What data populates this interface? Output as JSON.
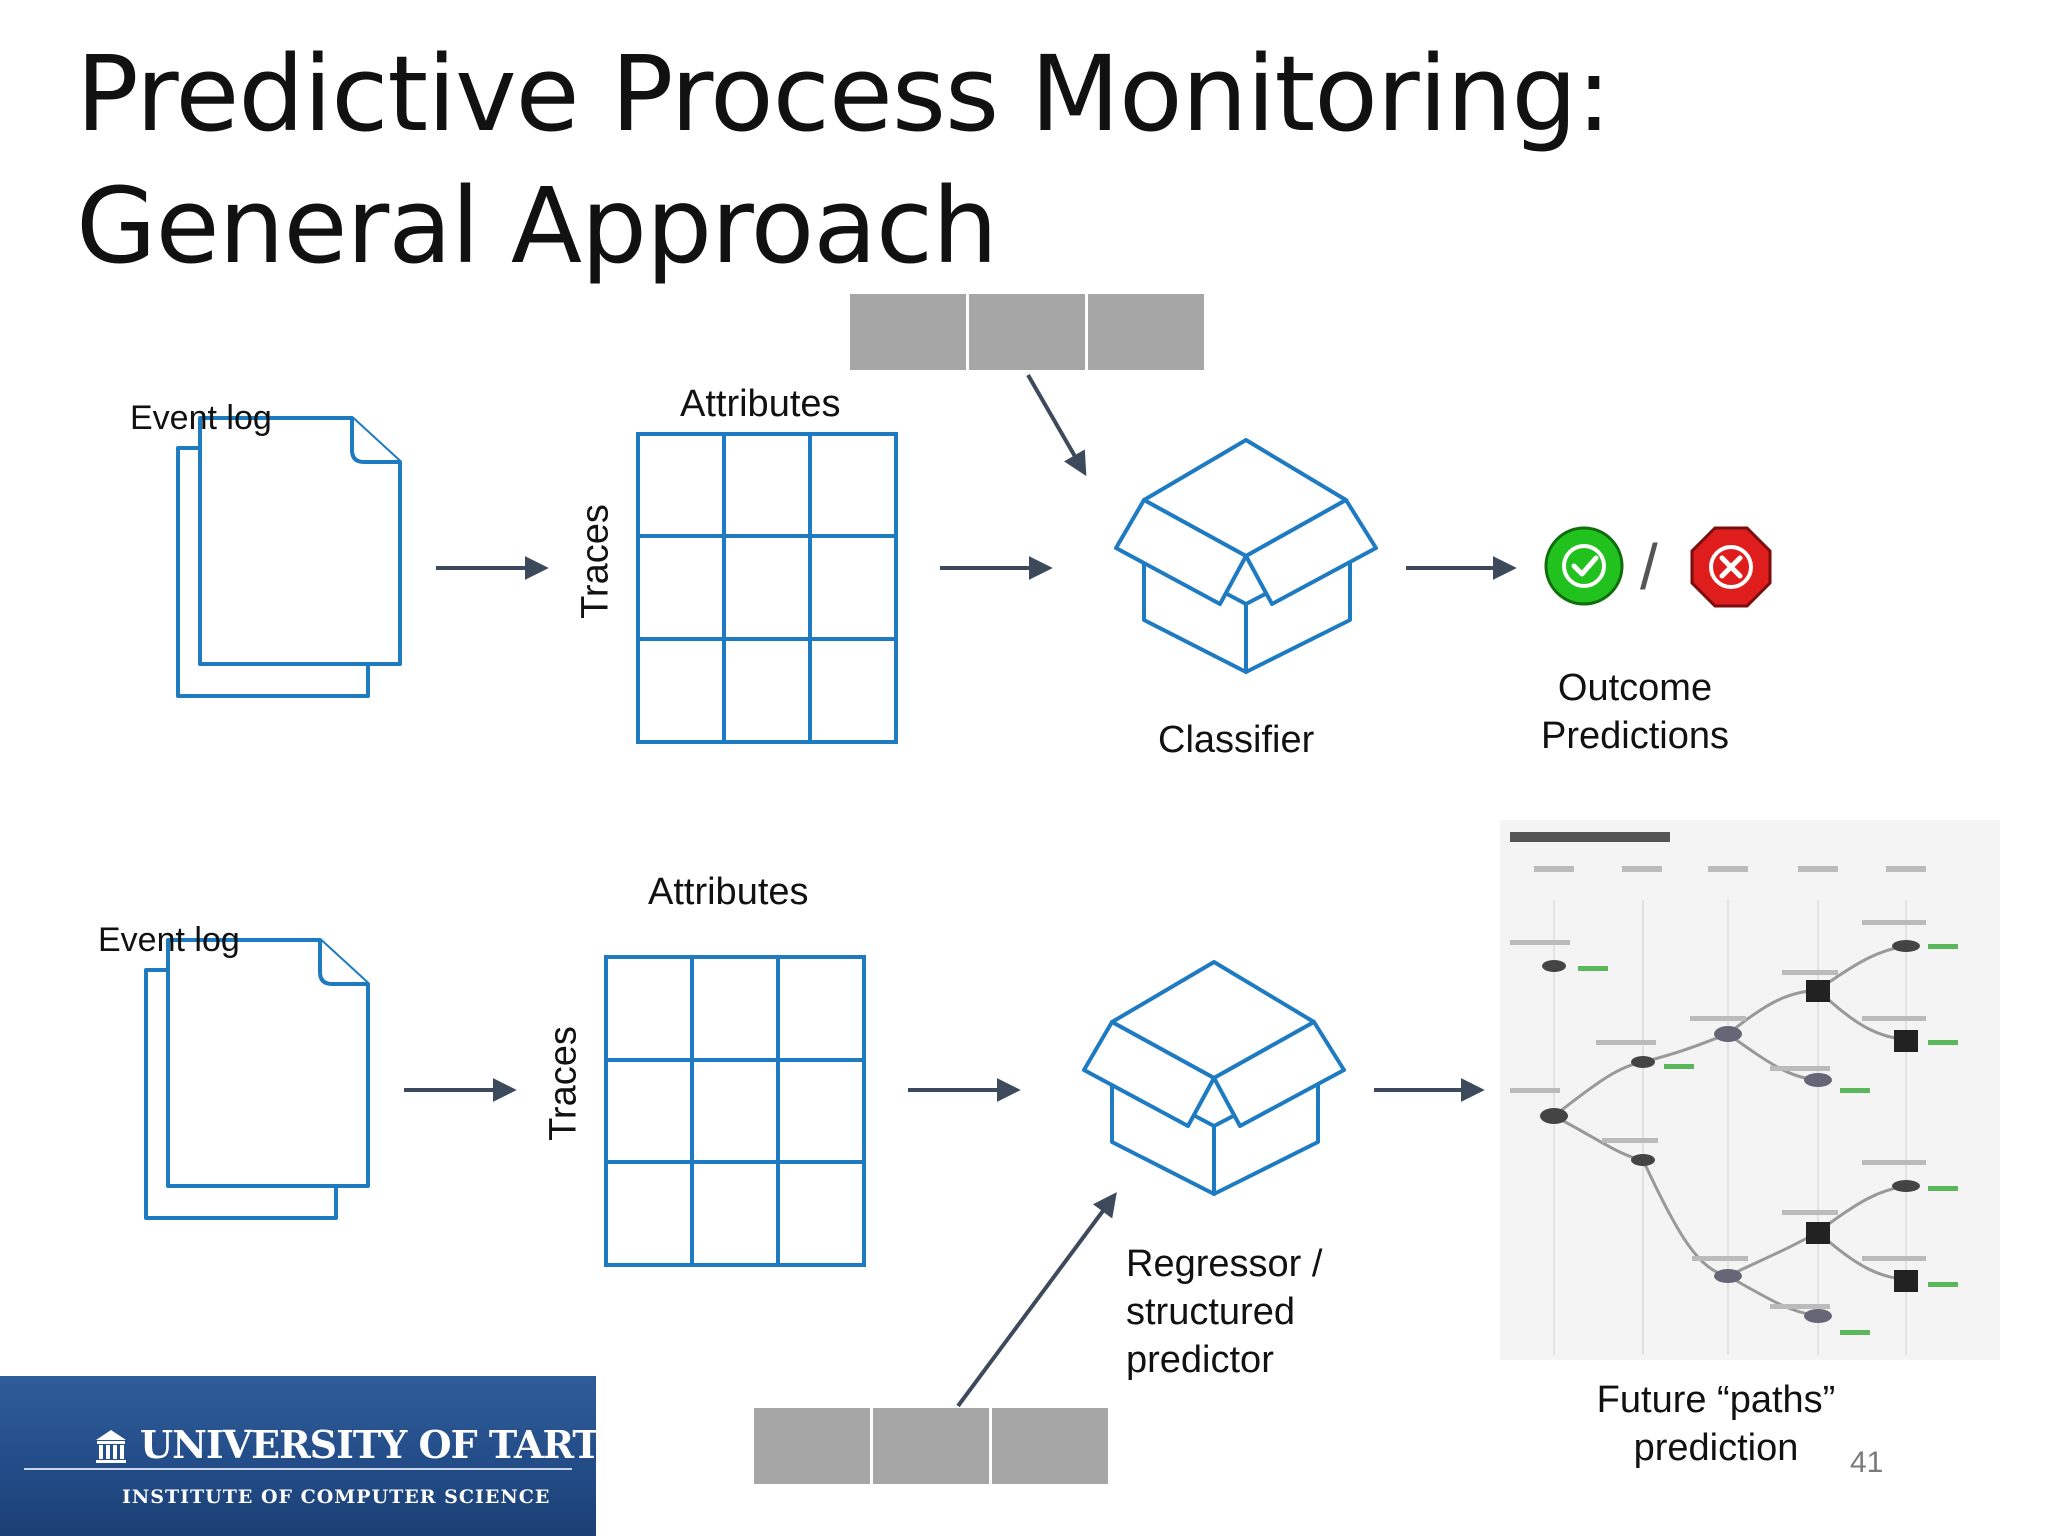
{
  "title": {
    "line1": "Predictive Process Monitoring:",
    "line2": "General Approach"
  },
  "top_row": {
    "event_log_label": "Event log",
    "traces_label": "Traces",
    "attributes_label": "Attributes",
    "model_label": "Classifier",
    "output_label_line1": "Outcome",
    "output_label_line2": "Predictions",
    "separator": "/"
  },
  "bottom_row": {
    "event_log_label": "Event log",
    "traces_label": "Traces",
    "attributes_label": "Attributes",
    "model_label_line1": "Regressor /",
    "model_label_line2": "structured",
    "model_label_line3": "predictor",
    "output_label_line1": "Future “paths”",
    "output_label_line2": "prediction"
  },
  "logo": {
    "name": "UNIVERSITY OF TARTU",
    "subtitle": "INSTITUTE OF COMPUTER SCIENCE"
  },
  "page_number": "41",
  "colors": {
    "blue": "#1f7bc1",
    "arrow": "#3c4a5c",
    "gray_block": "#a6a6a6",
    "ok": "#22c21e",
    "stop": "#e01d1d"
  }
}
